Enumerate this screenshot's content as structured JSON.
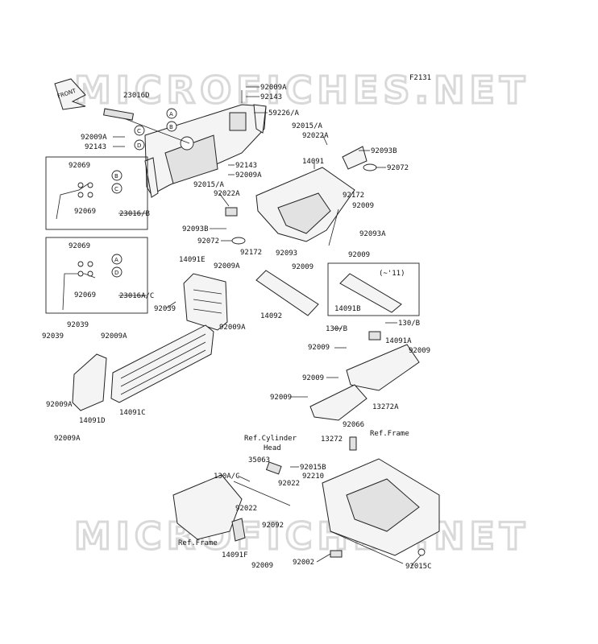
{
  "diagram_code": "F2131",
  "watermark_text": "MICROFICHES.NET",
  "front_tag": "FRONT",
  "inset_note": "(~'11)",
  "callout_letters": [
    "A",
    "B",
    "C",
    "D"
  ],
  "labels": {
    "l_92009A_top": "92009A",
    "l_92143_top": "92143",
    "l_23016D": "23016D",
    "l_59226A": "59226/A",
    "l_92009A_left": "92009A",
    "l_92143_left": "92143",
    "l_92143_mid": "92143",
    "l_92009A_mid": "92009A",
    "l_92015A_upper": "92015/A",
    "l_92022A_upper": "92022A",
    "l_92093B_upper": "92093B",
    "l_92072_upper": "92072",
    "l_14091": "14091",
    "l_92172_upper": "92172",
    "l_92009_r1": "92009",
    "l_92093A": "92093A",
    "l_92009_r2": "92009",
    "l_92093": "92093",
    "l_92015A_lower": "92015/A",
    "l_92022A_lower": "92022A",
    "l_92093B_lower": "92093B",
    "l_92072_lower": "92072",
    "l_92172_lower": "92172",
    "l_92069_a": "92069",
    "l_92069_b": "92069",
    "l_23016B": "23016/B",
    "l_92069_c": "92069",
    "l_92069_d": "92069",
    "l_23016AC": "23016A/C",
    "l_14091E": "14091E",
    "l_92009A_e": "92009A",
    "l_92039_e": "92039",
    "l_92009A_e2": "92009A",
    "l_92009_p": "92009",
    "l_14092": "14092",
    "l_14091B": "14091B",
    "l_92039_d": "92039",
    "l_92039_d2": "92039",
    "l_92009A_c": "92009A",
    "l_92009A_d": "92009A",
    "l_14091D": "14091D",
    "l_92009A_d2": "92009A",
    "l_14091C": "14091C",
    "l_130B_a": "130/B",
    "l_130B_b": "130/B",
    "l_14091A": "14091A",
    "l_92009_f1": "92009",
    "l_92009_f2": "92009",
    "l_92009_f3": "92009",
    "l_92009_f4": "92009",
    "l_13272A": "13272A",
    "l_13272": "13272",
    "l_92066": "92066",
    "l_refcyl1": "Ref.Cylinder",
    "l_refcyl2": "Head",
    "l_refframe_r": "Ref.Frame",
    "l_35063": "35063",
    "l_92015B": "92015B",
    "l_92210": "92210",
    "l_130AC": "130A/C",
    "l_92022_a": "92022",
    "l_92022_b": "92022",
    "l_92092": "92092",
    "l_refframe_l": "Ref.Frame",
    "l_14091F": "14091F",
    "l_92009_g": "92009",
    "l_92002": "92002",
    "l_92015C": "92015C"
  }
}
